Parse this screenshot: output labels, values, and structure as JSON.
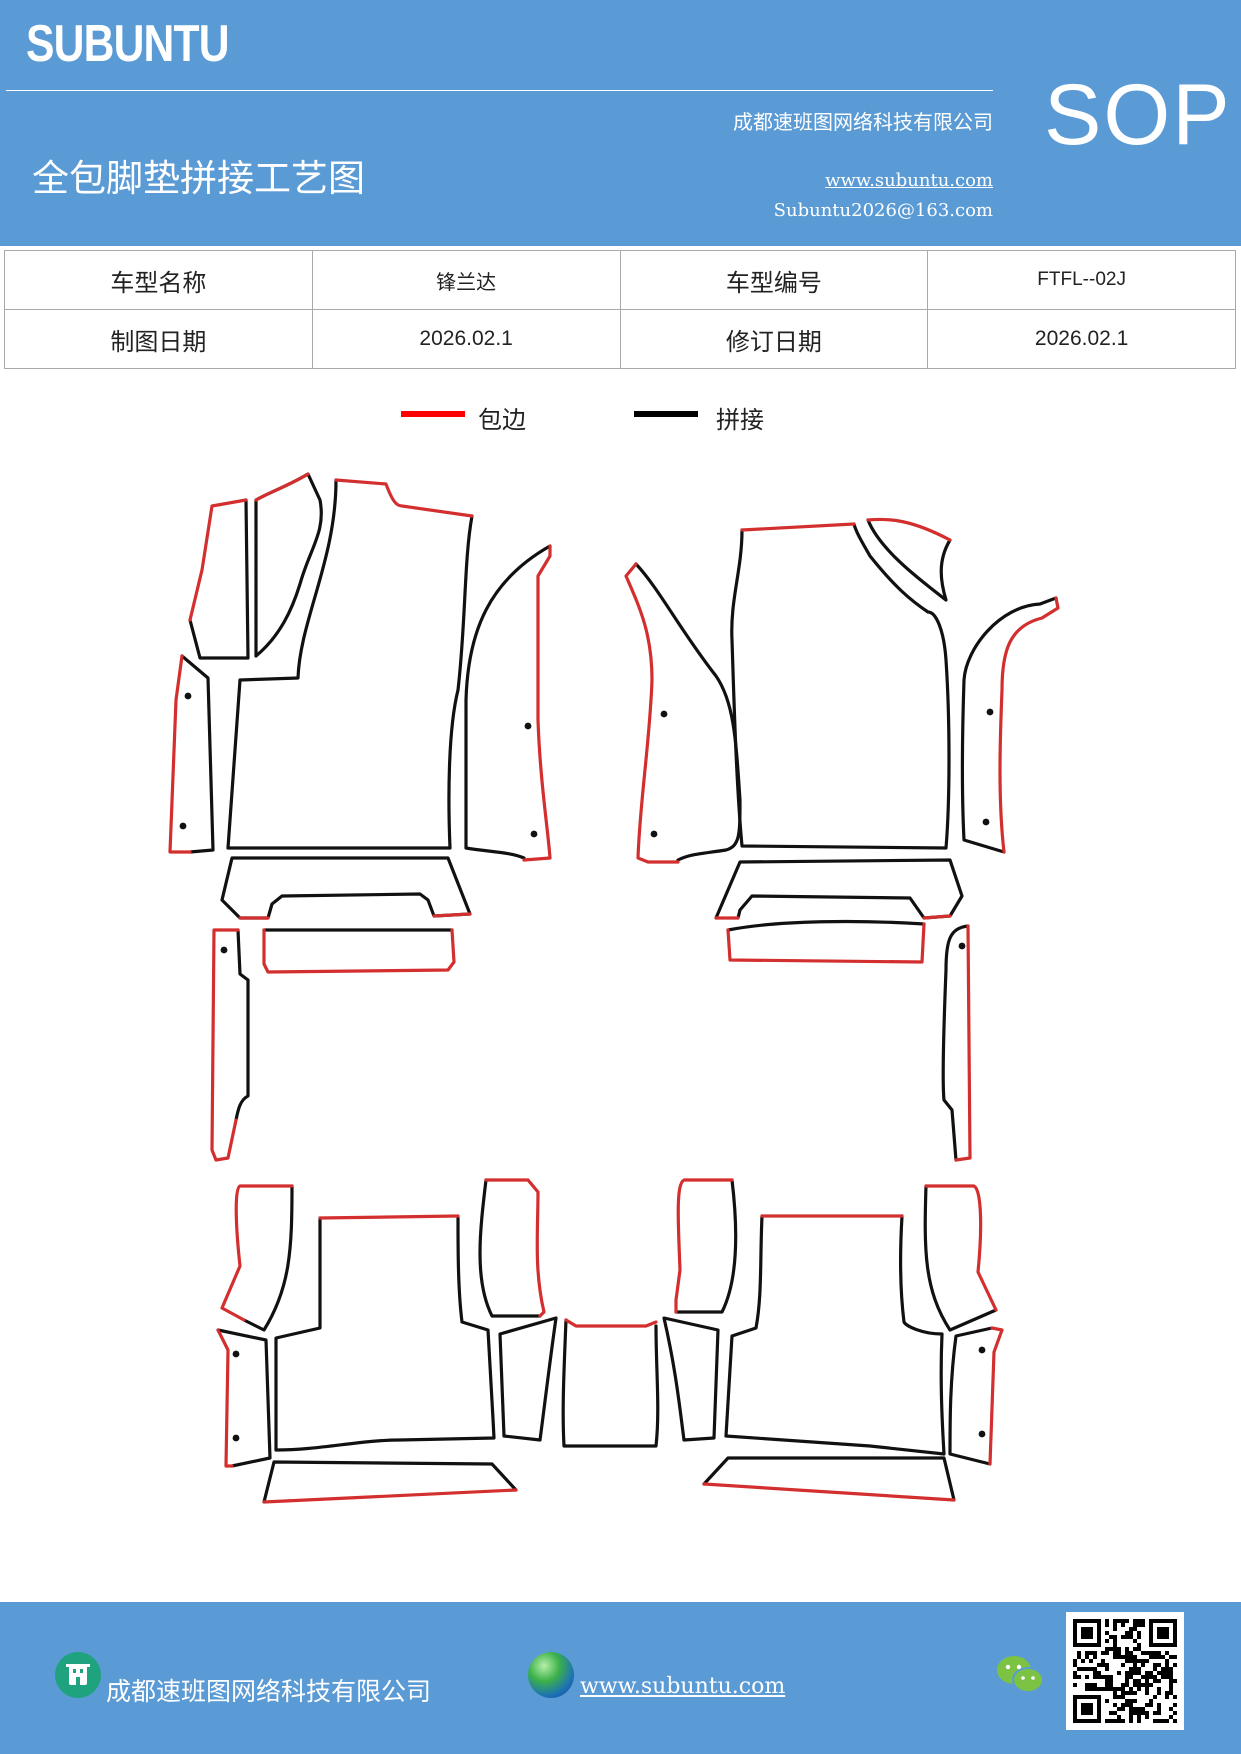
{
  "header": {
    "logo": "SUBUNTU",
    "company": "成都速班图网络科技有限公司",
    "title": "全包脚垫拼接工艺图",
    "website": "www.subuntu.com",
    "email": "Subuntu2026@163.com",
    "badge": "SOP"
  },
  "info_table": {
    "rows": [
      [
        {
          "label": "车型名称",
          "value": "锋兰达"
        },
        {
          "label": "车型编号",
          "value": "FTFL--02J"
        }
      ],
      [
        {
          "label": "制图日期",
          "value": "2026.02.1"
        },
        {
          "label": "修订日期",
          "value": "2026.02.1"
        }
      ]
    ]
  },
  "legend": {
    "items": [
      {
        "label": "包边",
        "color": "#ff0000"
      },
      {
        "label": "拼接",
        "color": "#000000"
      }
    ]
  },
  "colors": {
    "brand_blue": "#5b9bd5",
    "edge_red": "#d32f2f",
    "seam_black": "#111111"
  },
  "footer": {
    "company": "成都速班图网络科技有限公司",
    "website": "www.subuntu.com",
    "icons": [
      "building-icon",
      "globe-icon",
      "wechat-icon",
      "qr-code"
    ]
  }
}
